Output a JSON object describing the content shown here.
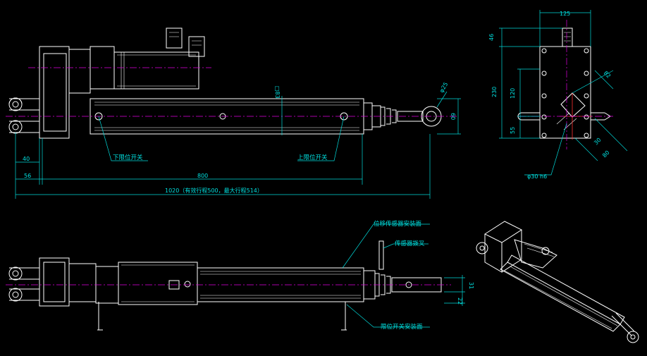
{
  "front_view": {
    "dim_40": "40",
    "dim_56": "56",
    "dim_800": "800",
    "dim_1020": "1020（有效行程500，最大行程514）",
    "dim_83": "□83",
    "dim_60": "60",
    "dim_25": "φ25",
    "label_lower": "下限位开关",
    "label_upper": "上限位开关"
  },
  "side_view": {
    "dim_125": "125",
    "dim_46": "46",
    "dim_230": "230",
    "dim_120": "120",
    "dim_55": "55",
    "dim_82": "82",
    "dim_30": "30",
    "dim_80": "80",
    "dim_phi30": "φ30 h6"
  },
  "bottom_view": {
    "label_sensor_face": "位移传感器安装面",
    "label_plate": "传感器拨叉",
    "label_limit_face": "限位开关安装面",
    "dim_31": "31",
    "dim_22": "22"
  },
  "colors": {
    "outline": "#ffffff",
    "dimension": "#00e0e0",
    "centerline": "#e000e0",
    "accent": "#ff3030"
  }
}
